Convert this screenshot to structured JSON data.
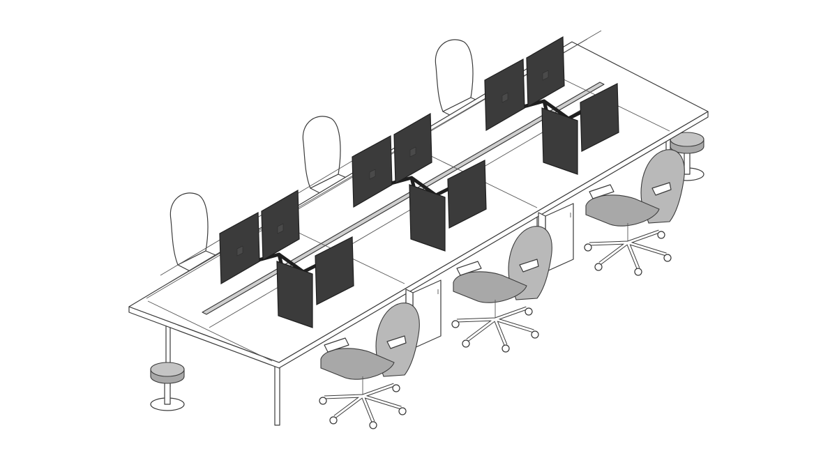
{
  "scene": {
    "subject": "benching-workstation",
    "workstations": 6,
    "monitors": 12,
    "front_chairs": 3,
    "back_chairs": 3,
    "pedestals": 2,
    "stools": 2
  },
  "colors": {
    "background": "#ffffff",
    "line": "#3a3a3a",
    "monitor": "#3b3b3b",
    "monitor_arm": "#1f1f1f",
    "chair_mesh": "#b9b9b9",
    "chair_seat": "#a8a8a8"
  }
}
